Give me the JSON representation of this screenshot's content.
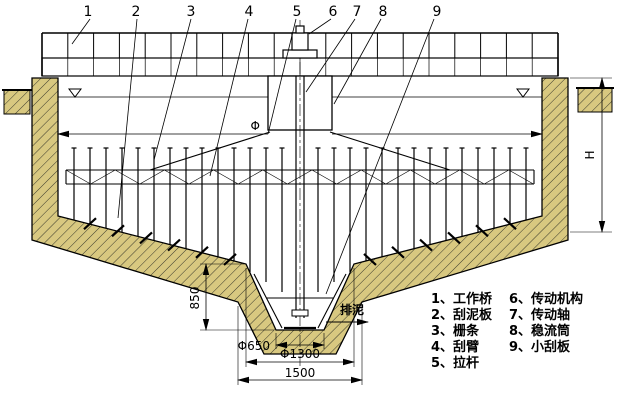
{
  "callouts": [
    "1",
    "2",
    "3",
    "4",
    "5",
    "6",
    "7",
    "8",
    "9"
  ],
  "legend": {
    "col1": [
      "1、工作桥",
      "2、刮泥板",
      "3、栅条",
      "4、刮臂",
      "5、拉杆"
    ],
    "col2": [
      "6、传动机构",
      "7、传动轴",
      "8、稳流筒",
      "9、小刮板"
    ]
  },
  "dimensions": {
    "phi": "Φ",
    "height": "H",
    "d850": "850",
    "d650": "Φ650",
    "d1300": "Φ1300",
    "d1500": "1500"
  },
  "labels": {
    "sludge_discharge": "排泥"
  },
  "colors": {
    "wall_fill": "#d8c880",
    "line": "#000000",
    "background": "#ffffff"
  }
}
